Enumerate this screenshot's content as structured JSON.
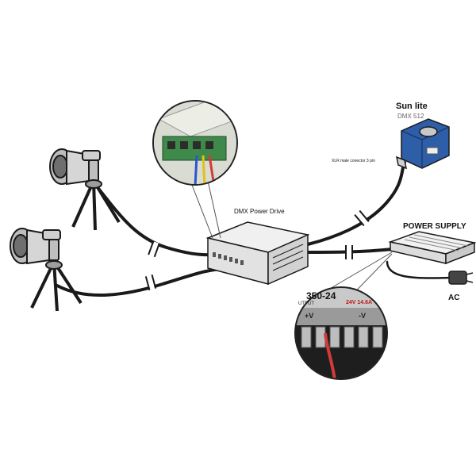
{
  "labels": {
    "sunlite_title": "Sun lite",
    "sunlite_sub": "DMX 512",
    "xlr_note": "XLR male conector 3 pin",
    "dmx_drive": "DMX Power Drive",
    "power_supply": "POWER SUPPLY",
    "ac": "AC",
    "psu_model": "350-24",
    "psu_output": "24V 14.6A",
    "psu_v_plus": "+V",
    "psu_v_minus": "-V",
    "psu_output_word": "UTPUT"
  },
  "colors": {
    "cable": "#1a1a1a",
    "controller_blue": "#2f5ea8",
    "terminal_green": "#3f8a4a",
    "red_wire": "#d23b3b",
    "blue_wire": "#2c56c9",
    "yellow_wire": "#e2c019"
  }
}
